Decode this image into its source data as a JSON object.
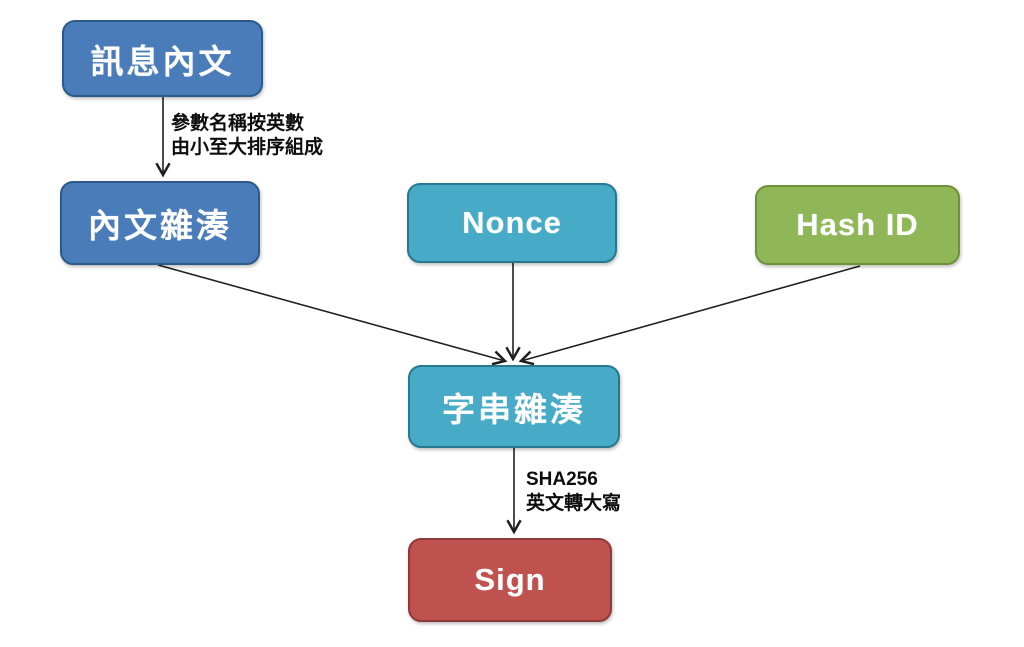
{
  "diagram": {
    "background": "#ffffff",
    "arrow_color": "#1f1f1f",
    "nodes": {
      "message_body": {
        "label": "訊息內文",
        "fill": "#4A7CBA",
        "border": "#2E5A8A",
        "text_color": "#FFFFFF"
      },
      "content_hash": {
        "label": "內文雜湊",
        "fill": "#4A7CBA",
        "border": "#2E5A8A",
        "text_color": "#FFFFFF"
      },
      "nonce": {
        "label": "Nonce",
        "fill": "#47ABC7",
        "border": "#27798F",
        "text_color": "#FFFFFF"
      },
      "hash_id": {
        "label": "Hash ID",
        "fill": "#90B757",
        "border": "#6F9139",
        "text_color": "#FFFFFF"
      },
      "string_hash": {
        "label": "字串雜湊",
        "fill": "#47ABC7",
        "border": "#27798F",
        "text_color": "#FFFFFF"
      },
      "sign": {
        "label": "Sign",
        "fill": "#BF514E",
        "border": "#8E3B38",
        "text_color": "#FFFFFF"
      }
    },
    "edges": [
      {
        "from": "message_body",
        "to": "content_hash",
        "label": "參數名稱按英數 由小至大排序組成"
      },
      {
        "from": "content_hash",
        "to": "string_hash",
        "label": ""
      },
      {
        "from": "nonce",
        "to": "string_hash",
        "label": ""
      },
      {
        "from": "hash_id",
        "to": "string_hash",
        "label": ""
      },
      {
        "from": "string_hash",
        "to": "sign",
        "label": "SHA256 英文轉大寫"
      }
    ],
    "edge_labels": {
      "sort_rule_line1": "參數名稱按英數",
      "sort_rule_line2": "由小至大排序組成",
      "sha_rule_line1": "SHA256",
      "sha_rule_line2": "英文轉大寫"
    }
  }
}
